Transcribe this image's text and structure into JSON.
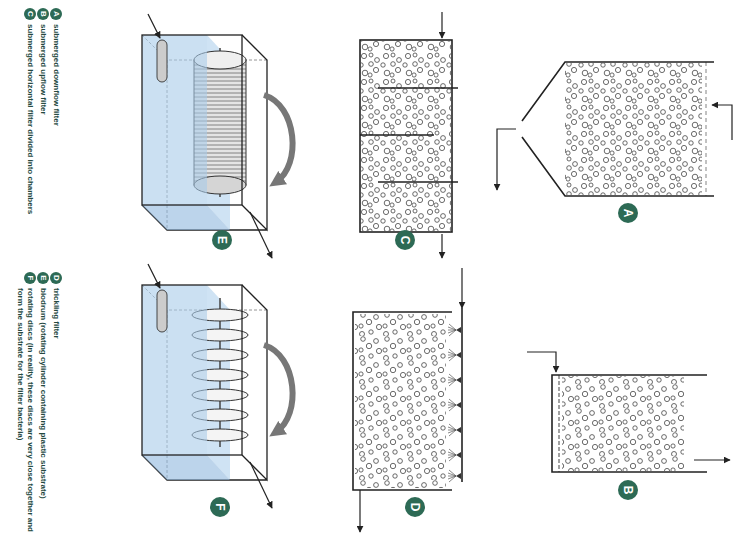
{
  "diagram": {
    "nodes": [
      {
        "text": [
          "A"
        ]
      },
      {
        "text": [
          "B"
        ]
      },
      {
        "text": [
          "C"
        ]
      },
      {
        "text": [
          "D"
        ]
      },
      {
        "text": [
          "E"
        ]
      },
      {
        "text": [
          "F"
        ]
      },
      {
        "text": [
          "A",
          "submerged downflow filter"
        ]
      },
      {
        "text": [
          "B",
          "submerged upflow filter"
        ]
      },
      {
        "text": [
          "C",
          "submerged horizontal filter divided into chambers"
        ]
      },
      {
        "text": [
          "D",
          "trickling filter"
        ]
      },
      {
        "text": [
          "E",
          "biodrum (rotating cylinder containing plastic substrate)"
        ]
      },
      {
        "text": [
          "F",
          "rotating discs (in reality, these discs are very close together and form the substrate for the filter bacteria)"
        ]
      }
    ]
  }
}
